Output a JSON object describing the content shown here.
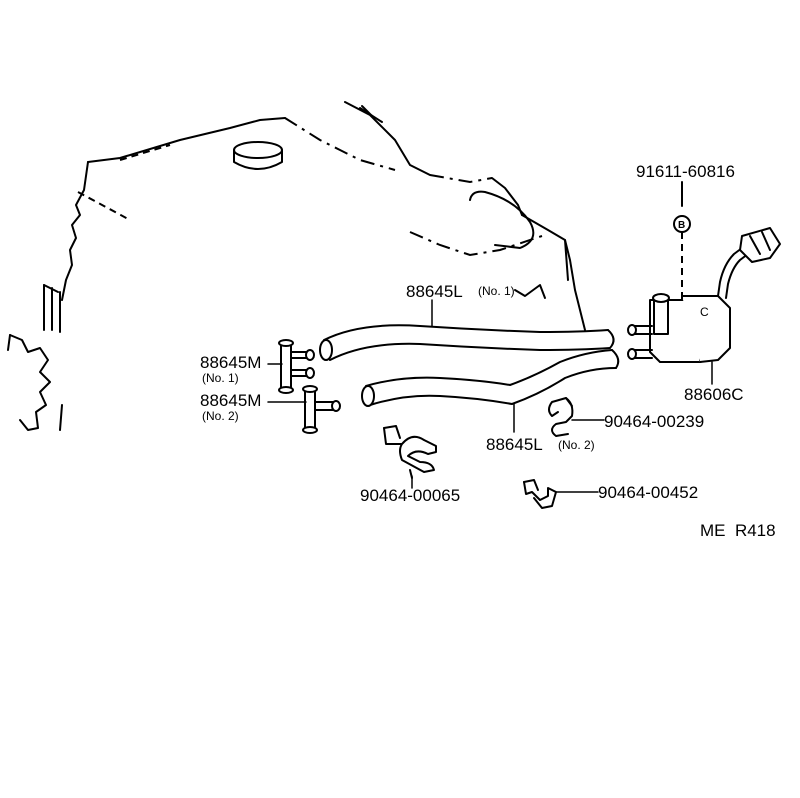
{
  "labels": {
    "bolt": "91611-60816",
    "bolt_marker": "B",
    "hose_l1": "88645L",
    "hose_l1_sub": "(No. 1)",
    "hose_m1": "88645M",
    "hose_m1_sub": "(No. 1)",
    "hose_m2": "88645M",
    "hose_m2_sub": "(No. 2)",
    "vsv": "88606C",
    "clamp_a": "90464-00239",
    "hose_l2": "88645L",
    "hose_l2_sub": "(No. 2)",
    "clamp_b": "90464-00065",
    "clamp_c": "90464-00452",
    "ref_code": "ME  R418"
  }
}
